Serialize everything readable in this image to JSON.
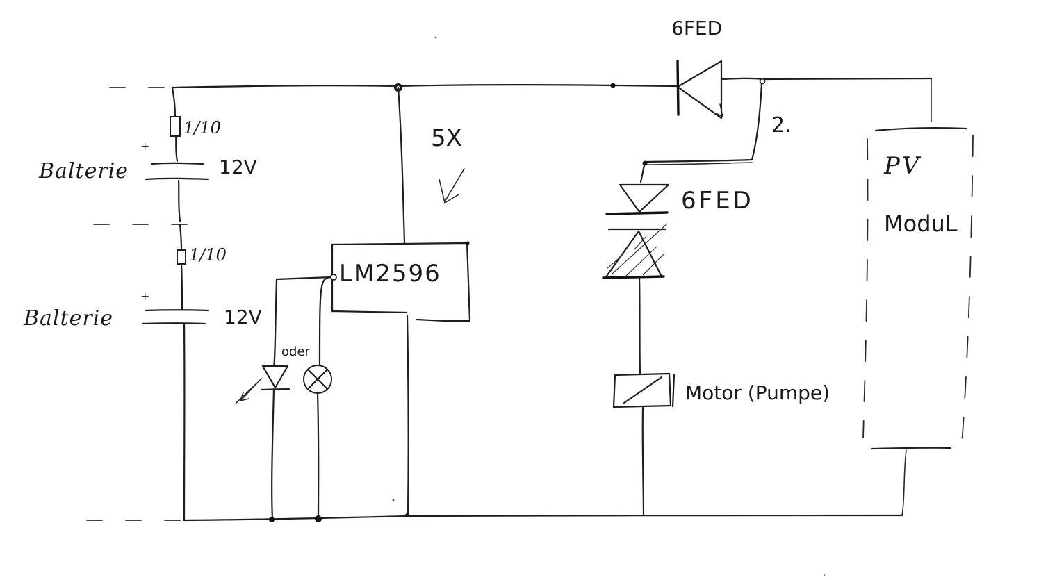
{
  "labels": {
    "diode_top": "6FED",
    "diode_zener": "6FED",
    "battery_top": "Balterie",
    "battery_bottom": "Balterie",
    "voltage_top": "12V",
    "voltage_bottom": "12V",
    "plus_top": "+",
    "plus_bottom": "+",
    "resistor_top": "1/10",
    "resistor_bottom": "1/10",
    "regulator": "LM2596",
    "count": "5X",
    "step_mark": "2.",
    "led_or_lamp": "oder",
    "motor": "Motor (Pumpe)",
    "pv_line1": "PV",
    "pv_line2": "ModuL"
  },
  "colors": {
    "ink": "#1e1e1e",
    "paper": "#ffffff"
  }
}
